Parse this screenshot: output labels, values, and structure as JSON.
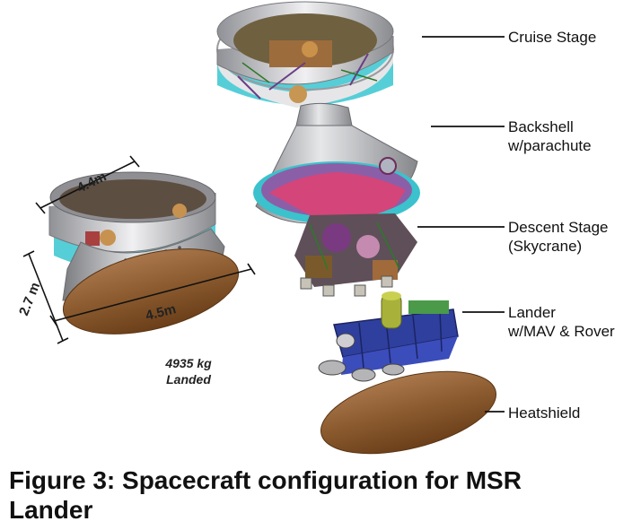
{
  "labels": {
    "cruise_stage": "Cruise Stage",
    "backshell_l1": "Backshell",
    "backshell_l2": "w/parachute",
    "descent_l1": "Descent Stage",
    "descent_l2": "(Skycrane)",
    "lander_l1": "Lander",
    "lander_l2": "w/MAV & Rover",
    "heatshield": "Heatshield"
  },
  "dimensions": {
    "top_width": "4.4m",
    "height": "2.7 m",
    "bottom_width": "4.5m"
  },
  "mass": {
    "line1": "4935 kg",
    "line2": "Landed"
  },
  "caption": {
    "line1": "Figure 3: Spacecraft configuration for MSR",
    "line2": "Lander"
  },
  "colors": {
    "heatshield_brown": "#8a5a2e",
    "backshell_gray": "#a9aaad",
    "backshell_inner_pink": "#d4457a",
    "cyan_ring": "#38c6d0",
    "rover_blue": "#2f3f9e"
  }
}
